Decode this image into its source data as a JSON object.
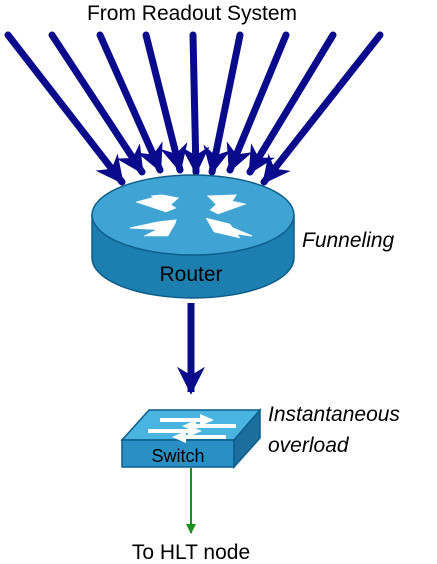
{
  "labels": {
    "source": "From Readout System",
    "funneling": "Funneling",
    "overload_line1": "Instantaneous",
    "overload_line2": "overload",
    "destination": "To HLT node"
  },
  "router": {
    "label": "Router"
  },
  "switch": {
    "label": "Switch"
  },
  "colors": {
    "arrow": "#0a0a8c",
    "router_top": "#3fa4d3",
    "router_side": "#1c7fb0",
    "switch_top": "#4ab4e0",
    "switch_side": "#2a8fc4",
    "output_arrow": "#1d8f1d"
  }
}
